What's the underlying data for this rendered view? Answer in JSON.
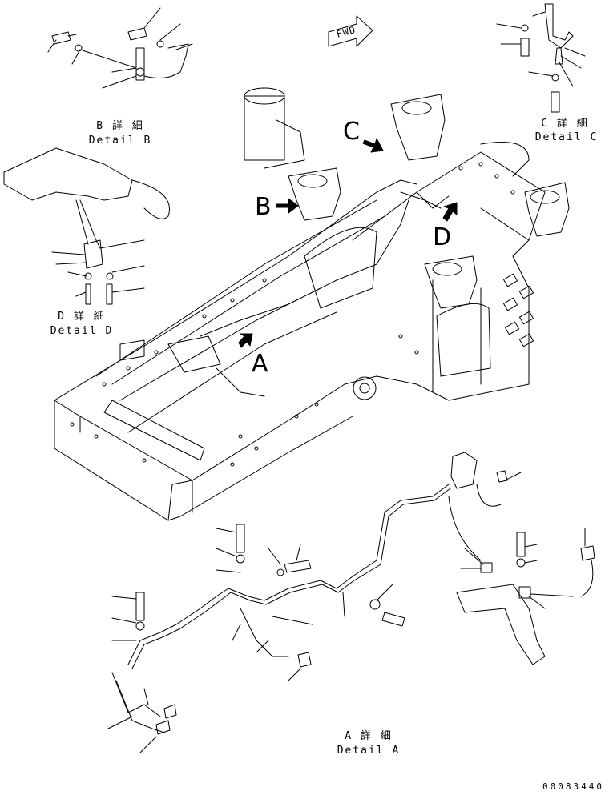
{
  "fwd_label": "FWD",
  "details": {
    "b": {
      "jp": "B 詳 細",
      "en": "Detail B"
    },
    "c": {
      "jp": "C 詳 細",
      "en": "Detail C"
    },
    "d": {
      "jp": "D 詳 細",
      "en": "Detail D"
    },
    "a": {
      "jp": "A 詳 細",
      "en": "Detail A"
    }
  },
  "callouts": {
    "a": "A",
    "b": "B",
    "c": "C",
    "d": "D"
  },
  "drawing_number": "00083440"
}
